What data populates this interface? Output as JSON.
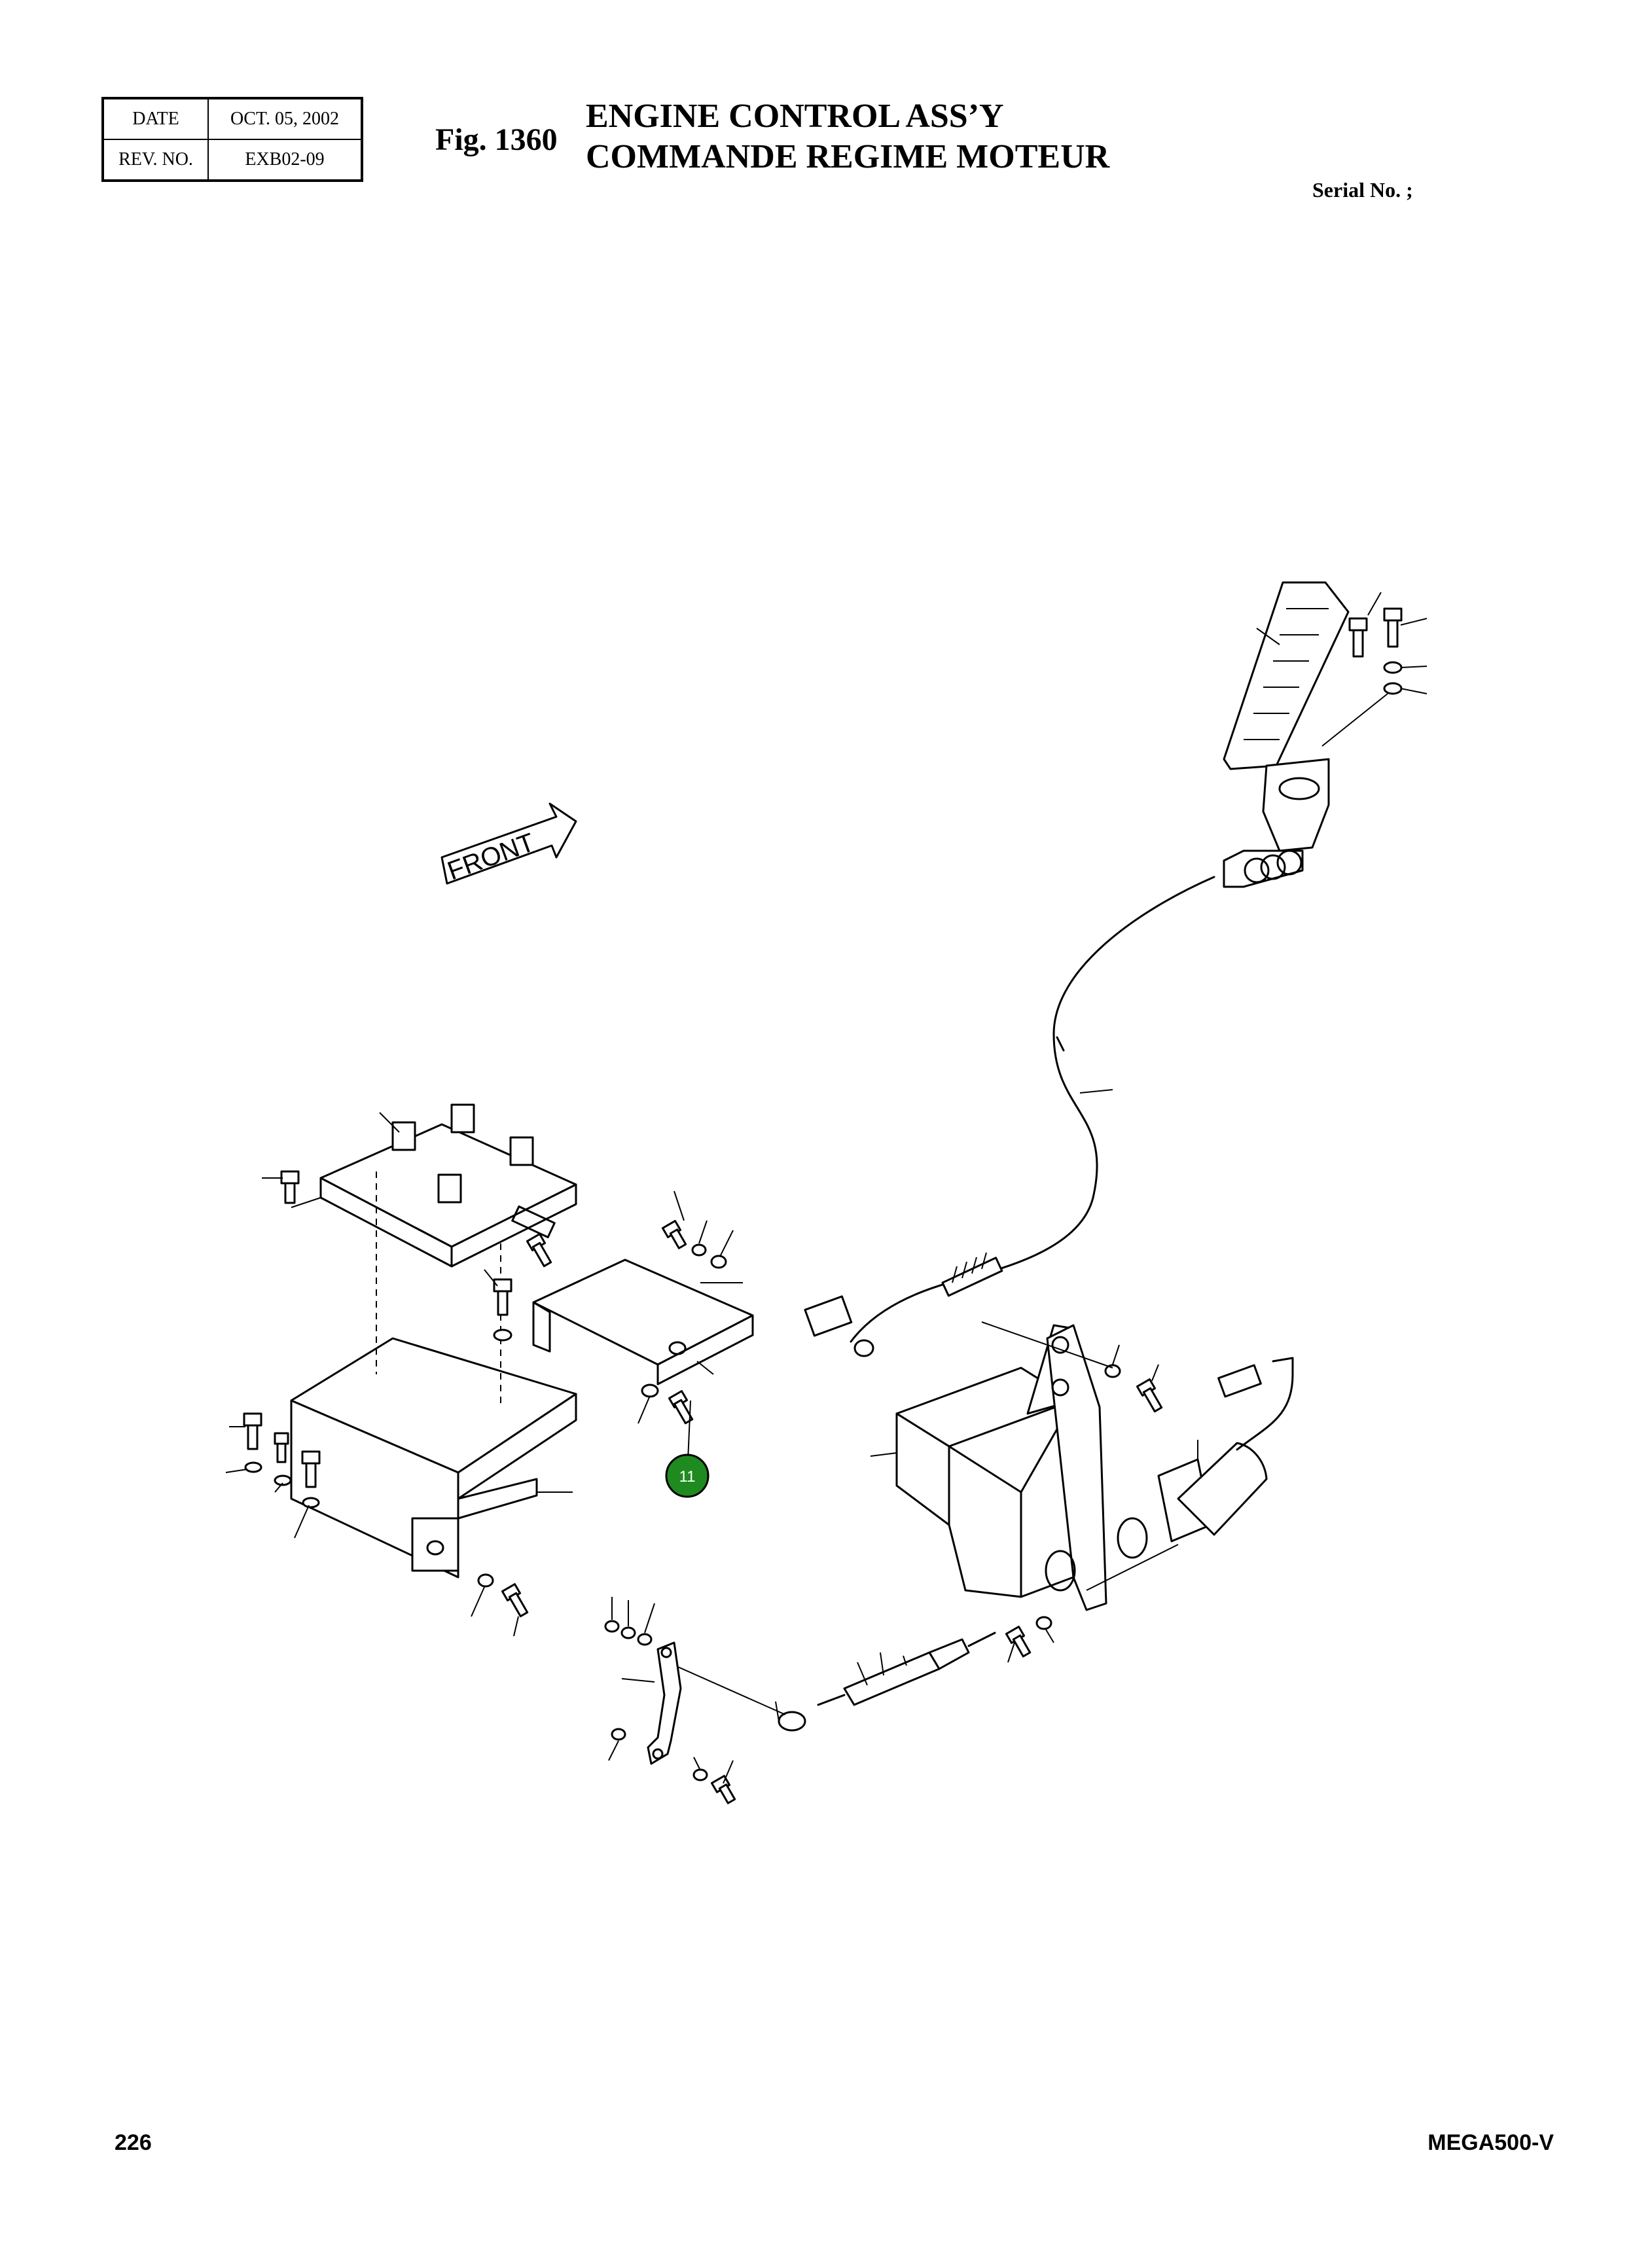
{
  "header": {
    "date_label": "DATE",
    "date_value": "OCT. 05, 2002",
    "rev_label": "REV. NO.",
    "rev_value": "EXB02-09",
    "figure": "Fig. 1360",
    "title_en": "ENGINE CONTROL ASS’Y",
    "title_fr": "COMMANDE REGIME MOTEUR",
    "serial": "Serial No. ;"
  },
  "diagram": {
    "front_label": "FRONT",
    "callout": "11",
    "callout_color": "#1f8a1f"
  },
  "footer": {
    "page": "226",
    "model": "MEGA500-V"
  }
}
